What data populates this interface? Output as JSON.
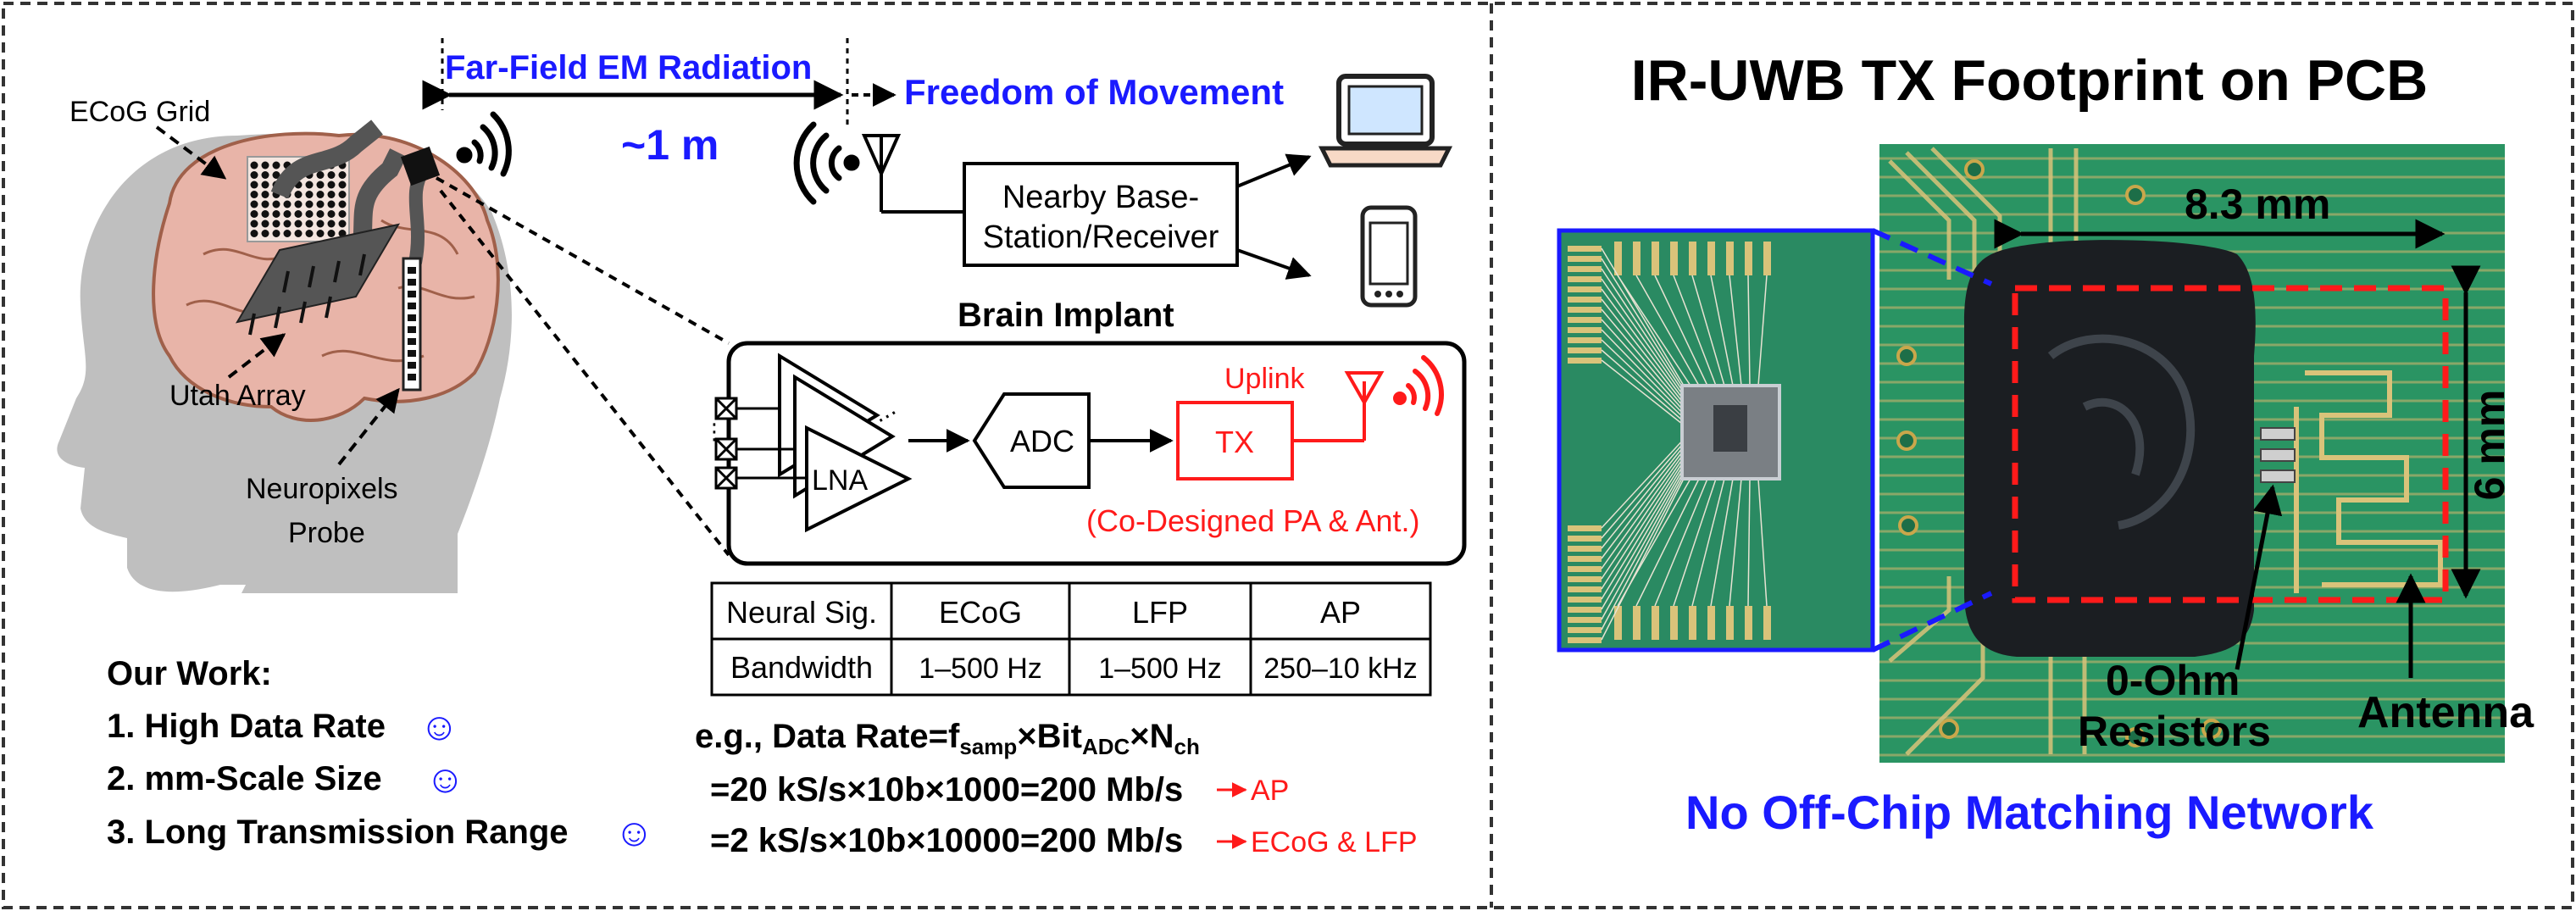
{
  "left_panel": {
    "labels": {
      "ecog_grid": "ECoG Grid",
      "utah_array": "Utah Array",
      "neuropixels_1": "Neuropixels",
      "neuropixels_2": "Probe",
      "far_field": "Far-Field EM Radiation",
      "distance": "~1 m",
      "freedom": "Freedom of Movement",
      "base_station_1": "Nearby Base-",
      "base_station_2": "Station/Receiver",
      "brain_implant": "Brain Implant",
      "uplink": "Uplink",
      "adc": "ADC",
      "tx": "TX",
      "lna": "LNA",
      "co_designed": "(Co-Designed PA & Ant.)"
    },
    "table": {
      "headers": [
        "Neural Sig.",
        "ECoG",
        "LFP",
        "AP"
      ],
      "row": [
        "Bandwidth",
        "1–500 Hz",
        "1–500 Hz",
        "250–10 kHz"
      ]
    },
    "our_work": {
      "title": "Our Work:",
      "items": [
        "1. High Data Rate",
        "2. mm-Scale Size",
        "3. Long Transmission Range"
      ],
      "smiley": "☺"
    },
    "equations": {
      "line1_prefix": "e.g., Data Rate=f",
      "line1_sub1": "samp",
      "line1_mid1": "×Bit",
      "line1_sub2": "ADC",
      "line1_mid2": "×N",
      "line1_sub3": "ch",
      "line2": "=20 kS/s×10b×1000=200 Mb/s",
      "line2_note": "AP",
      "line3": "=2 kS/s×10b×10000=200 Mb/s",
      "line3_note": "ECoG & LFP"
    }
  },
  "right_panel": {
    "title": "IR-UWB TX Footprint on PCB",
    "width_label": "8.3 mm",
    "height_label": "6 mm",
    "resistors_1": "0-Ohm",
    "resistors_2": "Resistors",
    "antenna": "Antenna",
    "caption": "No Off-Chip Matching Network"
  },
  "colors": {
    "blue": "#1a1aff",
    "red": "#ff1a1a",
    "pcb_green": "#1f8a5a",
    "brain_pink": "#e8b4a8",
    "head_gray": "#bfbfbf"
  }
}
